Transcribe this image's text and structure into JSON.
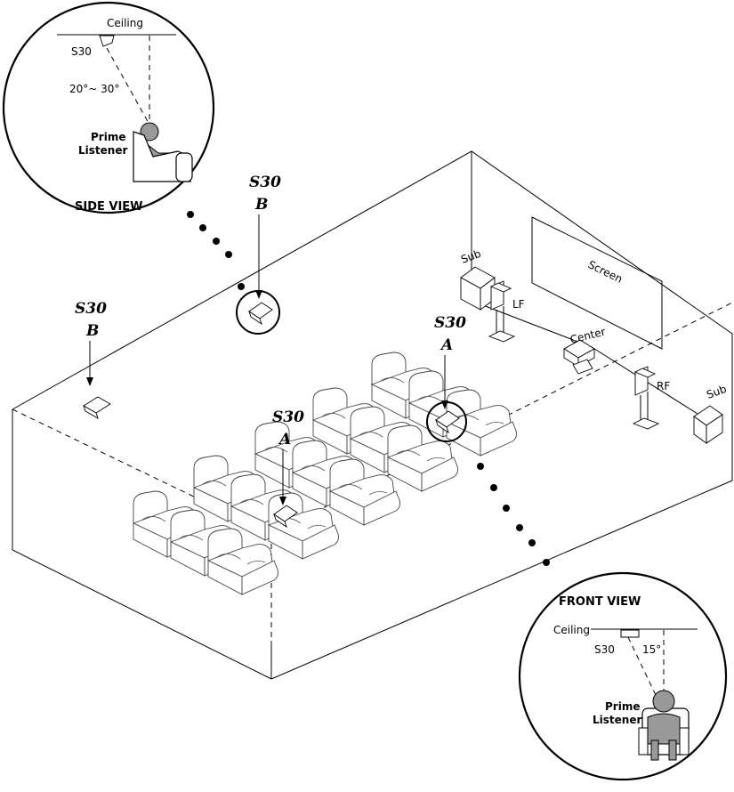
{
  "side_view": {
    "ceiling_label": "Ceiling",
    "speaker_label": "S30",
    "angle_label": "20°~ 30°",
    "listener_line1": "Prime",
    "listener_line2": "Listener",
    "title": "SIDE VIEW"
  },
  "front_view": {
    "title": "FRONT VIEW",
    "ceiling_label": "Ceiling",
    "speaker_label": "S30",
    "angle_label": "15°",
    "listener_line1": "Prime",
    "listener_line2": "Listener"
  },
  "room": {
    "screen_label": "Screen",
    "center_label": "Center",
    "lf_label": "LF",
    "rf_label": "RF",
    "sub_left_label": "Sub",
    "sub_right_label": "Sub"
  },
  "speaker_tags": {
    "s30_b_rear_top": "S30",
    "s30_b_rear_letter": "B",
    "s30_b_side_top": "S30",
    "s30_b_side_letter": "B",
    "s30_a_front_top": "S30",
    "s30_a_front_letter": "A",
    "s30_a_mid_top": "S30",
    "s30_a_mid_letter": "A"
  }
}
